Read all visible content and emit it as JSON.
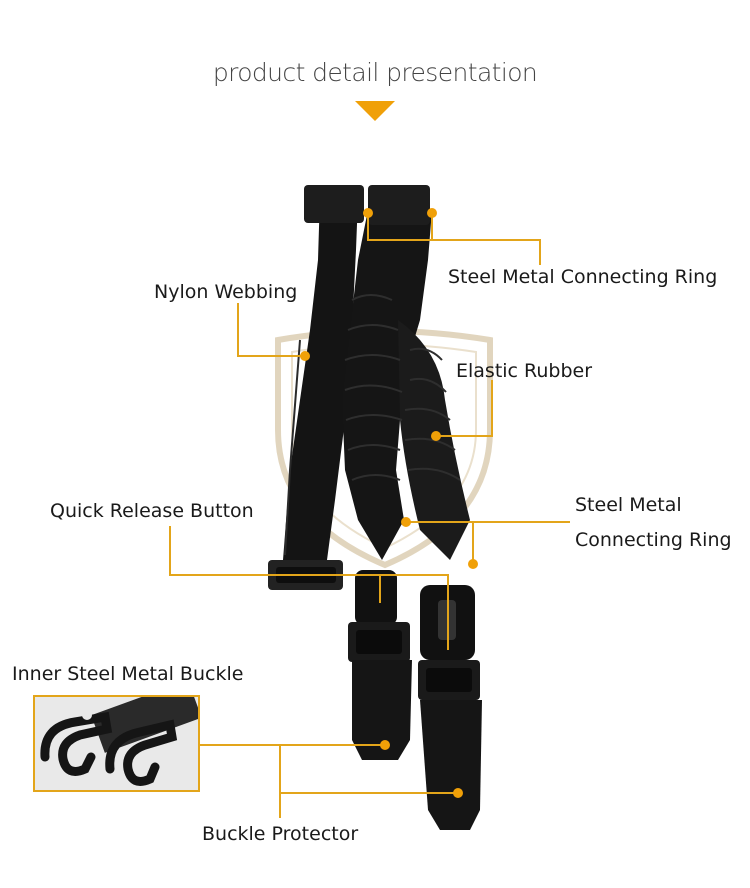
{
  "header": {
    "title": "product detail presentation",
    "accent_color": "#f0a008"
  },
  "labels": {
    "steel_ring_top": "Steel Metal Connecting Ring",
    "nylon_webbing": "Nylon Webbing",
    "elastic_rubber": "Elastic Rubber",
    "quick_release": "Quick Release Button",
    "steel_ring_lower_line1": "Steel Metal",
    "steel_ring_lower_line2": "Connecting Ring",
    "inner_buckle": "Inner Steel Metal Buckle",
    "buckle_protector": "Buckle Protector"
  },
  "colors": {
    "callout": "#e3a51a",
    "product": "#111111",
    "watermark": "#c9b48a"
  }
}
